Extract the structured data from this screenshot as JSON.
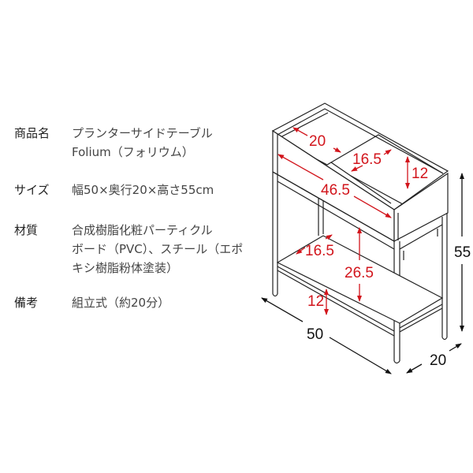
{
  "specs": [
    {
      "label": "商品名",
      "lines": [
        "プランターサイドテーブル",
        "Folium（フォリウム）"
      ]
    },
    {
      "label": "サイズ",
      "lines": [
        "幅50×奥行20×高さ55cm"
      ]
    },
    {
      "label": "材質",
      "lines": [
        "合成樹脂化粧パーティクル",
        "ボード（PVC）、スチール（エポ",
        "キシ樹脂粉体塗装）"
      ]
    },
    {
      "label": "備考",
      "lines": [
        "組立式（約20分）"
      ]
    }
  ],
  "diagram": {
    "dimensions_inner": {
      "top_depth": "20",
      "planter_depth": "16.5",
      "planter_height": "12",
      "inner_width": "46.5",
      "shelf_depth": "16.5",
      "shelf_clearance": "26.5",
      "shelf_height": "12"
    },
    "dimensions_outer": {
      "width": "50",
      "depth": "20",
      "height": "55"
    },
    "colors": {
      "inner_dimension": "#d2151c",
      "outer_dimension": "#111111",
      "line": "#222222"
    }
  }
}
